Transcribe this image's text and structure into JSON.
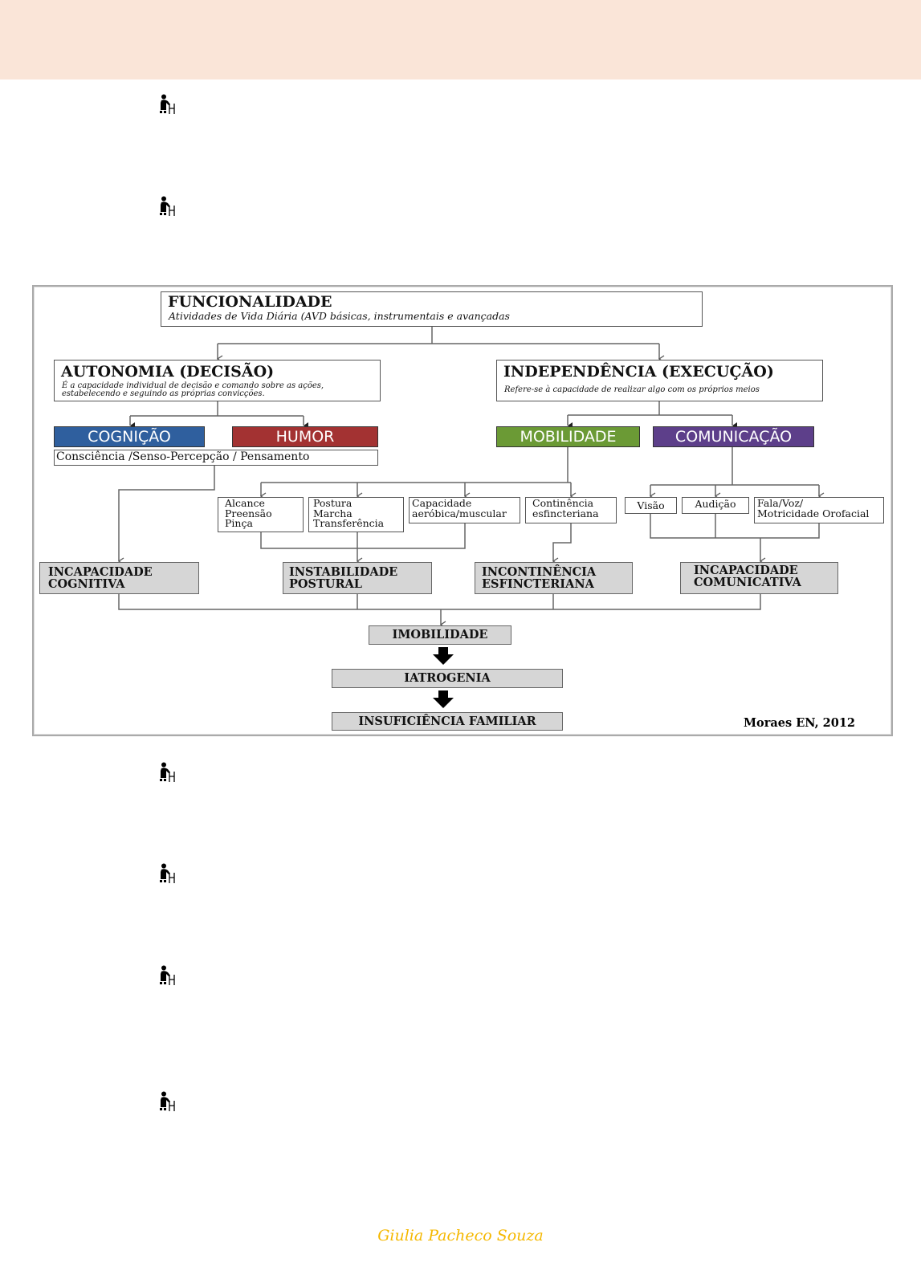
{
  "bullet_icon": "elderly-person-with-walker-icon",
  "diagram": {
    "funcionalidade": {
      "title": "FUNCIONALIDADE",
      "subtitle": "Atividades de Vida Diária (AVD básicas, instrumentais e avançadas"
    },
    "autonomia": {
      "title": "AUTONOMIA (DECISÃO)",
      "subtitle": "É a capacidade individual de decisão e comando sobre as ações, estabelecendo e seguindo as próprias convicções."
    },
    "independencia": {
      "title": "INDEPENDÊNCIA (EXECUÇÃO)",
      "subtitle": "Refere-se à capacidade de realizar algo com os próprios meios"
    },
    "cognicao": "COGNIÇÃO",
    "humor": "HUMOR",
    "mobilidade": "MOBILIDADE",
    "comunicacao": "COMUNICAÇÃO",
    "cognicao_detail": "Consciência /Senso-Percepção / Pensamento",
    "alcance": "Alcance\nPreensão\nPinça",
    "postura": "Postura\nMarcha\nTransferência",
    "capacidade": "Capacidade\naeróbica/muscular",
    "continencia": "Continência\nesfincteriana",
    "visao": "Visão",
    "audicao": "Audição",
    "fala": "Fala/Voz/\nMotricidade Orofacial",
    "incapacidade_cognitiva": "INCAPACIDADE\nCOGNITIVA",
    "instabilidade_postural": "INSTABILIDADE\nPOSTURAL",
    "incontinencia": "INCONTINÊNCIA\nESFINCTERIANA",
    "incapacidade_comunicativa": "INCAPACIDADE\nCOMUNICATIVA",
    "imobilidade": "IMOBILIDADE",
    "iatrogenia": "IATROGENIA",
    "insuficiencia": "INSUFICIÊNCIA FAMILIAR",
    "citation": "Moraes EN, 2012",
    "colors": {
      "cognicao": "#2f5f9e",
      "humor": "#a33232",
      "mobilidade": "#6b9a35",
      "comunicacao": "#5d3f8a"
    }
  },
  "footer": {
    "author": "Giulia Pacheco Souza"
  }
}
